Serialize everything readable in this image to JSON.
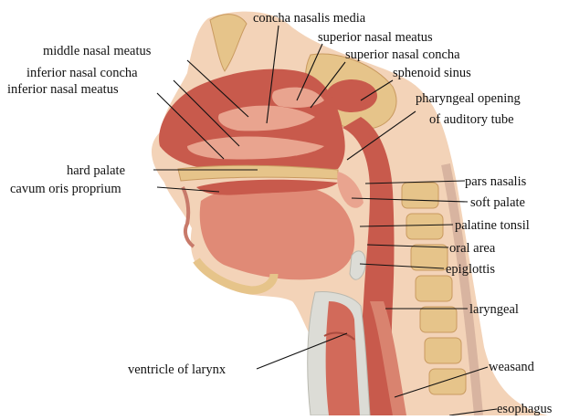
{
  "labels": [
    {
      "id": "concha-nasalis-media",
      "text": "concha nasalis media"
    },
    {
      "id": "superior-nasal-meatus",
      "text": "superior nasal meatus"
    },
    {
      "id": "middle-nasal-meatus",
      "text": "middle nasal meatus"
    },
    {
      "id": "superior-nasal-concha",
      "text": "superior nasal concha"
    },
    {
      "id": "inferior-nasal-concha",
      "text": "inferior nasal concha"
    },
    {
      "id": "sphenoid-sinus",
      "text": "sphenoid sinus"
    },
    {
      "id": "inferior-nasal-meatus",
      "text": "inferior nasal meatus"
    },
    {
      "id": "pharyngeal-opening-line1",
      "text": "pharyngeal opening"
    },
    {
      "id": "pharyngeal-opening-line2",
      "text": "of auditory tube"
    },
    {
      "id": "hard-palate",
      "text": "hard palate"
    },
    {
      "id": "cavum-oris-proprium",
      "text": "cavum oris proprium"
    },
    {
      "id": "pars-nasalis",
      "text": "pars nasalis"
    },
    {
      "id": "soft-palate",
      "text": "soft palate"
    },
    {
      "id": "palatine-tonsil",
      "text": "palatine tonsil"
    },
    {
      "id": "oral-area",
      "text": "oral area"
    },
    {
      "id": "epiglottis",
      "text": "epiglottis"
    },
    {
      "id": "laryngeal",
      "text": "laryngeal"
    },
    {
      "id": "weasand",
      "text": "weasand"
    },
    {
      "id": "ventricle-of-larynx",
      "text": "ventricle of larynx"
    },
    {
      "id": "esophagus",
      "text": "esophagus"
    }
  ],
  "colors": {
    "skin": "#f3d3b8",
    "tissue": "#e9a48f",
    "cavity": "#c85a4c",
    "bone": "#e6c48a",
    "boneDark": "#d4a66a",
    "cartilage": "#dcdcd6",
    "ink": "#111111"
  }
}
